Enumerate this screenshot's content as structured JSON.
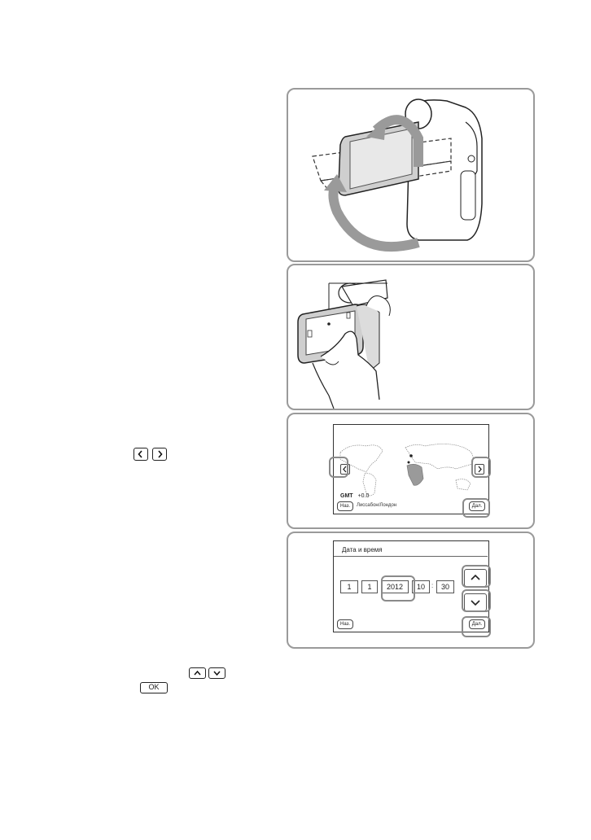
{
  "panel_world_map": {
    "gmt_label": "GMT",
    "gmt_offset": "+0.0",
    "city": "Лиссабон/Лондон",
    "back_label": "Наз.",
    "next_label": "Дал."
  },
  "panel_datetime": {
    "title": "Дата и время",
    "day": "1",
    "month": "1",
    "year": "2012",
    "hour": "10",
    "minute": "30",
    "separator": ":",
    "back_label": "Наз.",
    "next_label": "Дал."
  },
  "inline_keys": {
    "ok_label": "OK"
  }
}
